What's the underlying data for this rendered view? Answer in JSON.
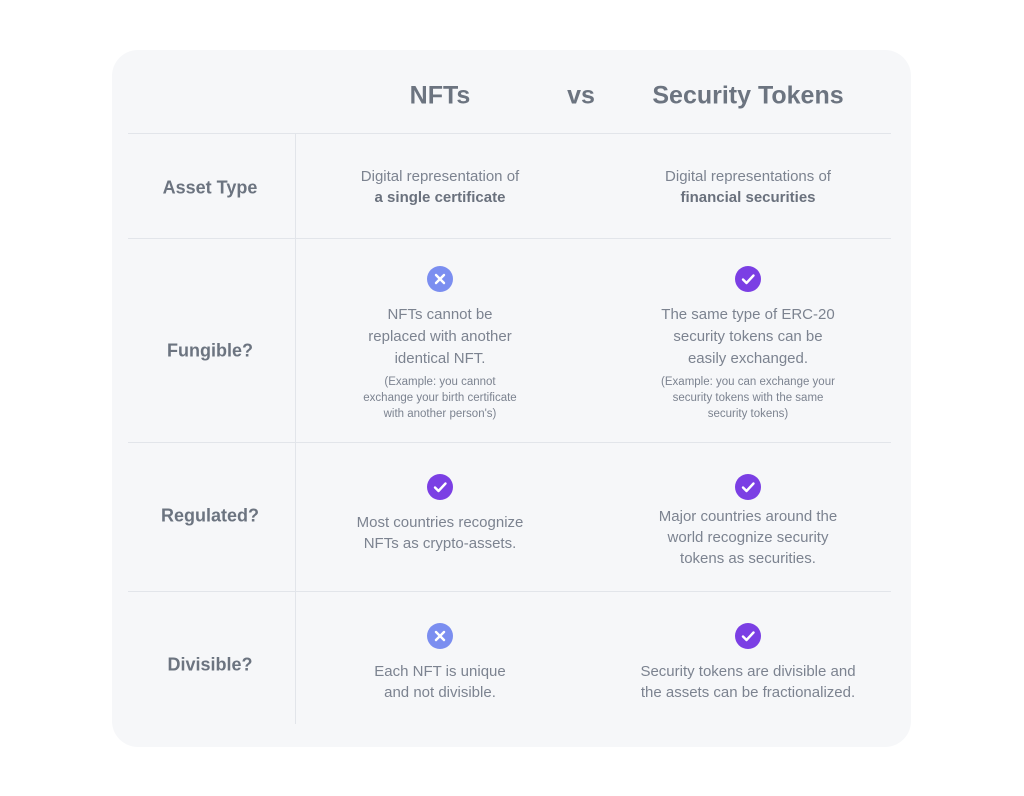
{
  "header": {
    "left": "NFTs",
    "vs": "vs",
    "right": "Security Tokens"
  },
  "rows": [
    {
      "label": "Asset Type",
      "nft": {
        "line1": "Digital representation of",
        "bold": "a single certificate"
      },
      "sec": {
        "line1": "Digital representations of",
        "bold": "financial securities"
      }
    },
    {
      "label": "Fungible?",
      "nft": {
        "icon": "x-circle-icon",
        "lines": [
          "NFTs cannot be",
          "replaced with another",
          "identical NFT."
        ],
        "note": [
          "(Example: you cannot",
          "exchange your birth certificate",
          "with another person's)"
        ]
      },
      "sec": {
        "icon": "check-circle-icon",
        "lines": [
          "The same type of ERC-20",
          "security tokens can be",
          "easily exchanged."
        ],
        "note": [
          "(Example: you can exchange your",
          "security tokens  with the same",
          "security tokens)"
        ]
      }
    },
    {
      "label": "Regulated?",
      "nft": {
        "icon": "check-circle-icon",
        "lines": [
          "Most countries recognize",
          "NFTs as crypto-assets."
        ]
      },
      "sec": {
        "icon": "check-circle-icon",
        "lines": [
          "Major countries around the",
          "world recognize security",
          "tokens as securities."
        ]
      }
    },
    {
      "label": "Divisible?",
      "nft": {
        "icon": "x-circle-icon",
        "lines": [
          "Each NFT is unique",
          "and not divisible."
        ]
      },
      "sec": {
        "icon": "check-circle-icon",
        "lines": [
          "Security tokens are divisible and",
          "the assets can be fractionalized."
        ]
      }
    }
  ],
  "colors": {
    "check": "#7b3fe4",
    "cross": "#7b8ef0",
    "card": "#f6f7f9"
  }
}
